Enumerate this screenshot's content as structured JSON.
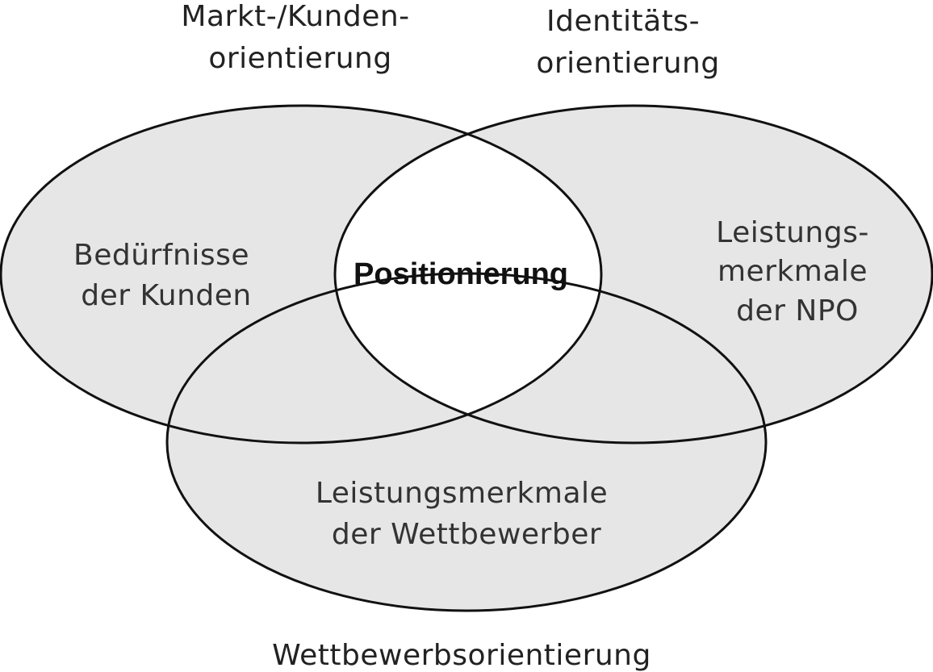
{
  "colors": {
    "region_fill": "#e6e6e6",
    "center_fill": "#ffffff",
    "stroke": "#111111"
  },
  "outer_labels": {
    "market_customer": [
      "Markt-/Kunden-",
      "orientierung"
    ],
    "identity": [
      "Identitäts-",
      "orientierung"
    ],
    "competition": [
      "Wettbewerbsorientierung"
    ]
  },
  "circles": {
    "customers": [
      "Bedürfnisse",
      "der Kunden"
    ],
    "npo": [
      "Leistungs-",
      "merkmale",
      "der NPO"
    ],
    "competitors": [
      "Leistungsmerkmale",
      "der Wettbewerber"
    ]
  },
  "center": {
    "label": "Positionierung"
  }
}
